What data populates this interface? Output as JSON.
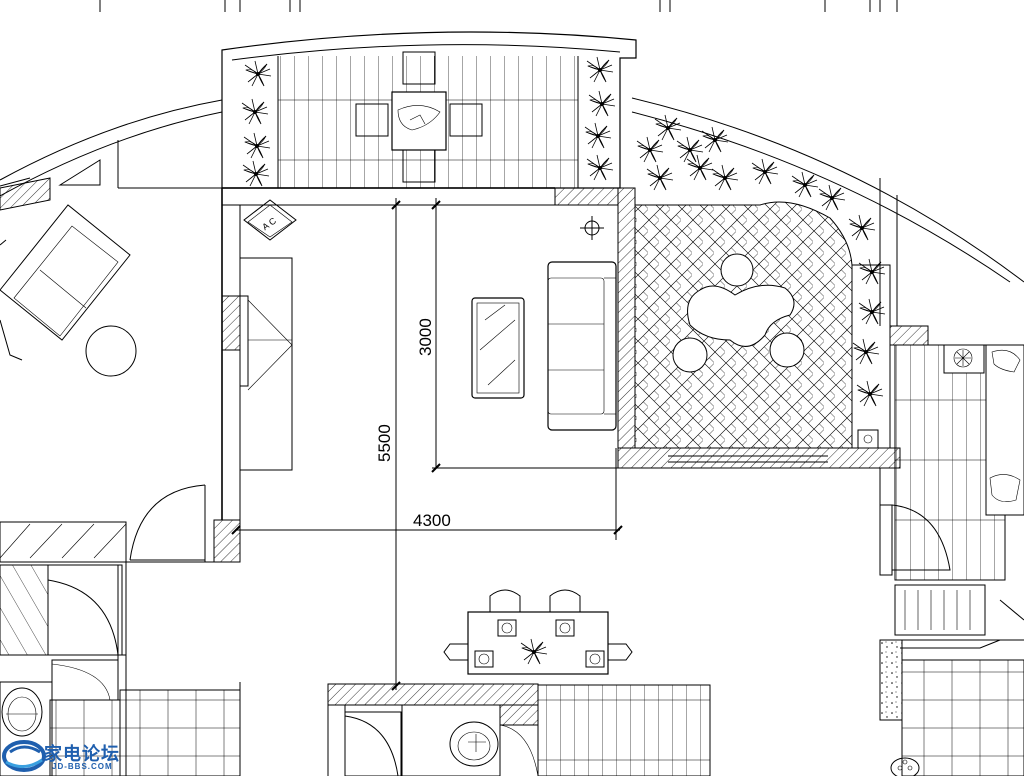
{
  "dimensions": {
    "living_width": "4300",
    "living_depth": "5500",
    "sofa_span": "3000"
  },
  "ac_label": "A C",
  "watermark": {
    "name_cn": "家电论坛",
    "name_en": "JD-BBS.COM",
    "color": "#1f5fae"
  },
  "colors": {
    "line": "#000000",
    "background": "#ffffff"
  }
}
